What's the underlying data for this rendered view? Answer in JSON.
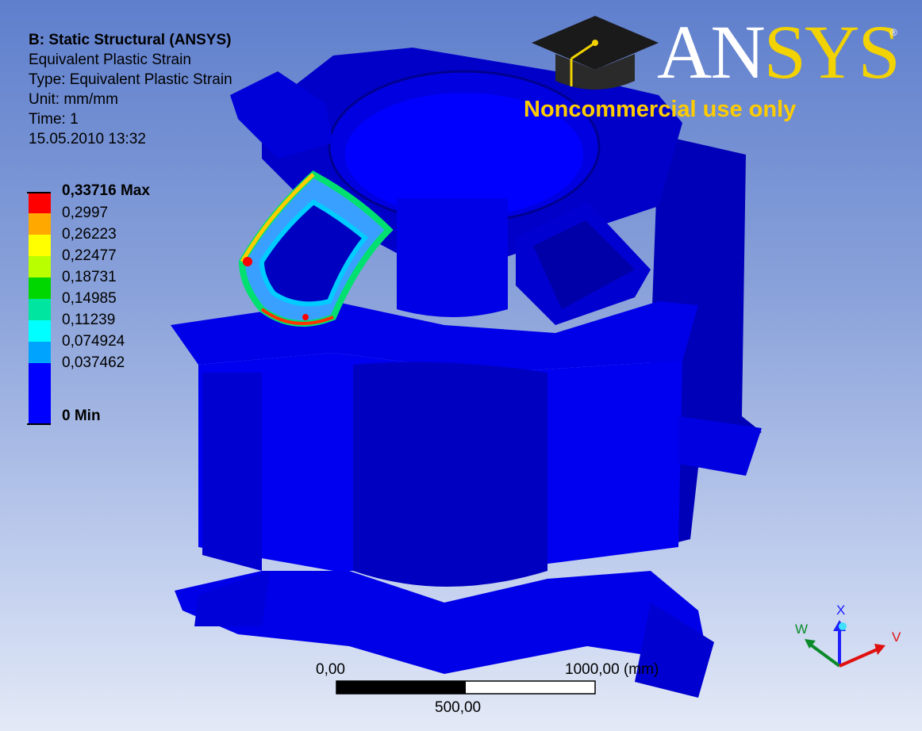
{
  "info": {
    "title": "B: Static Structural (ANSYS)",
    "result": "Equivalent Plastic Strain",
    "type": "Type: Equivalent Plastic Strain",
    "unit": "Unit: mm/mm",
    "time": "Time: 1",
    "date": "15.05.2010 13:32"
  },
  "legend": {
    "levels": [
      {
        "label": "0,33716 Max",
        "color": "#ff0000"
      },
      {
        "label": "0,2997",
        "color": "#ff9900"
      },
      {
        "label": "0,26223",
        "color": "#ffff00"
      },
      {
        "label": "0,22477",
        "color": "#b9ff00"
      },
      {
        "label": "0,18731",
        "color": "#00ff00"
      },
      {
        "label": "0,14985",
        "color": "#00ffa0"
      },
      {
        "label": "0,11239",
        "color": "#00ffff"
      },
      {
        "label": "0,074924",
        "color": "#00a4ff"
      },
      {
        "label": "0,037462",
        "color": "#0000ff"
      },
      {
        "label": "0 Min",
        "color": "#0000ff"
      }
    ]
  },
  "watermark": {
    "brand_a": "AN",
    "brand_b": "SYS",
    "registered": "®",
    "notice": "Noncommercial use only",
    "icon": "graduation-cap-icon"
  },
  "scale_bar": {
    "start": "0,00",
    "end": "1000,00 (mm)",
    "mid": "500,00"
  },
  "triad": {
    "x": "X",
    "w": "W",
    "v": "V"
  },
  "colors": {
    "model": "#0000ff",
    "model_dark": "#0000b8",
    "model_shadow": "#000080"
  }
}
